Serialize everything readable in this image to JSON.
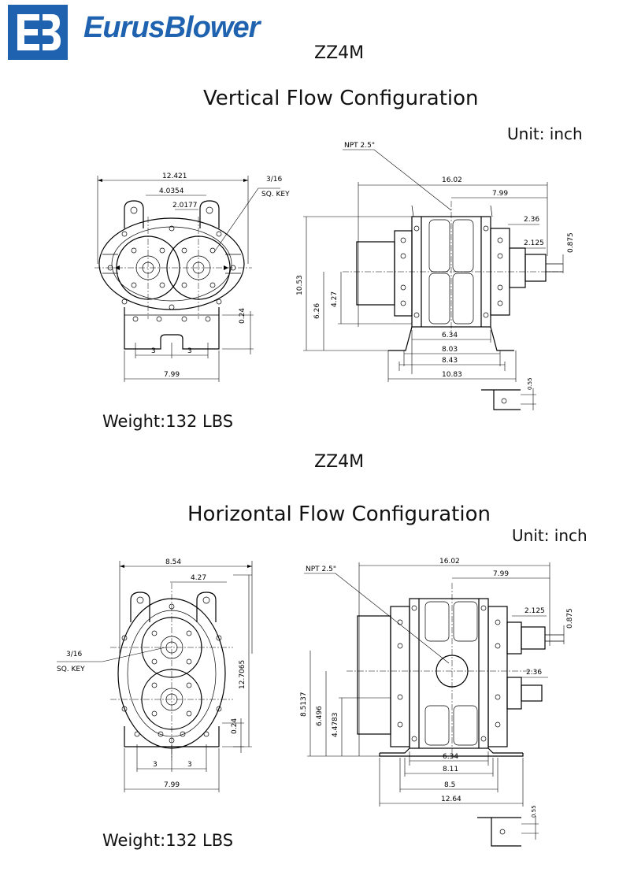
{
  "brand": {
    "name": "EurusBlower",
    "logo_color": "#1f63b0"
  },
  "vertical": {
    "model": "ZZ4M",
    "title": "Vertical Flow Configuration",
    "unit": "Unit: inch",
    "weight": "Weight:132 LBS",
    "front": {
      "d1": "12.421",
      "d2": "4.0354",
      "d3": "2.0177",
      "key1": "3/16",
      "key2": "SQ. KEY",
      "d4": "0.24",
      "d5": "3",
      "d6": "3",
      "d7": "7.99"
    },
    "side": {
      "npt": "NPT 2.5\"",
      "d1": "16.02",
      "d2": "7.99",
      "d3": "2.36",
      "d4": "2.125",
      "d5": "0.875",
      "d6": "10.53",
      "d7": "6.26",
      "d8": "4.27",
      "d9": "6.34",
      "d10": "8.03",
      "d11": "8.43",
      "d12": "10.83",
      "d13": "0.55"
    }
  },
  "horizontal": {
    "model": "ZZ4M",
    "title": "Horizontal Flow Configuration",
    "unit": "Unit: inch",
    "weight": "Weight:132 LBS",
    "front": {
      "d1": "8.54",
      "d2": "4.27",
      "key1": "3/16",
      "key2": "SQ. KEY",
      "d3": "12.7065",
      "d4": "0.24",
      "d5": "3",
      "d6": "3",
      "d7": "7.99"
    },
    "side": {
      "npt": "NPT 2.5\"",
      "d1": "16.02",
      "d2": "7.99",
      "d3": "2.125",
      "d4": "0.875",
      "d5": "2.36",
      "d6": "8.5137",
      "d7": "6.496",
      "d8": "4.4783",
      "d9": "6.34",
      "d10": "8.11",
      "d11": "8.5",
      "d12": "12.64",
      "d13": "0.55"
    }
  }
}
